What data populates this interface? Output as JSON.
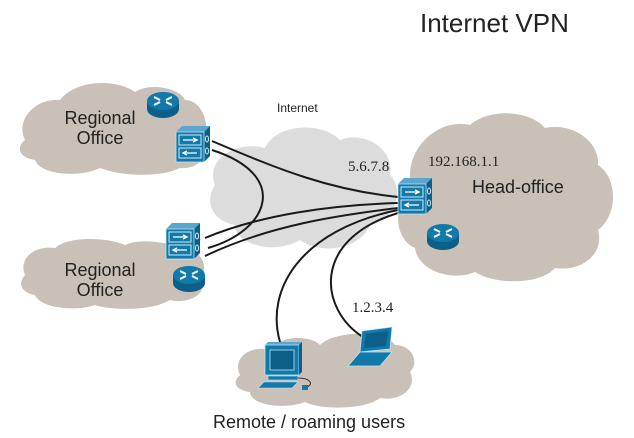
{
  "title": "Internet VPN",
  "colors": {
    "office_cloud": "#c9c0b7",
    "internet_cloud": "#dcdcdc",
    "device_blue": "#0f6e9e",
    "device_edge": "#bfe3f2",
    "link": "#1a1a1a"
  },
  "clouds": {
    "internet": {
      "label": "Internet"
    },
    "regional_office_1": {
      "label_line1": "Regional",
      "label_line2": "Office"
    },
    "regional_office_2": {
      "label_line1": "Regional",
      "label_line2": "Office"
    },
    "head_office": {
      "label": "Head-office"
    },
    "remote_users": {
      "label": "Remote / roaming users"
    }
  },
  "addresses": {
    "head_public": "5.6.7.8",
    "head_private": "192.168.1.1",
    "laptop": "1.2.3.4"
  },
  "devices": [
    {
      "id": "ro1-router",
      "type": "router-icon"
    },
    {
      "id": "ro1-firewall",
      "type": "vpn-firewall-icon"
    },
    {
      "id": "ro2-firewall",
      "type": "vpn-firewall-icon"
    },
    {
      "id": "ro2-router",
      "type": "router-icon"
    },
    {
      "id": "ho-firewall",
      "type": "vpn-firewall-icon"
    },
    {
      "id": "ho-router",
      "type": "router-icon"
    },
    {
      "id": "desktop",
      "type": "desktop-pc-icon"
    },
    {
      "id": "laptop",
      "type": "laptop-icon"
    }
  ]
}
